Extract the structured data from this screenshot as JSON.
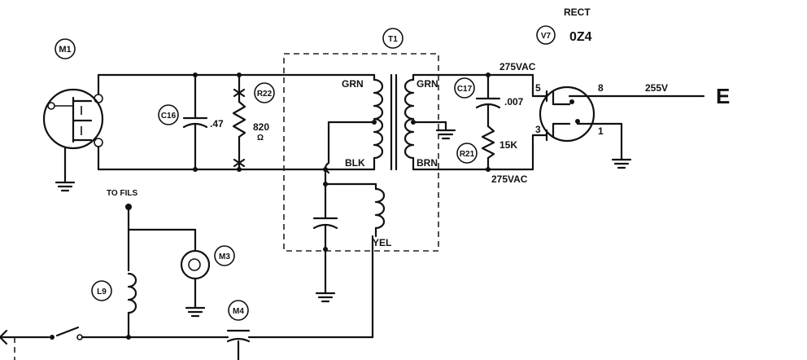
{
  "refs": {
    "m1": "M1",
    "c16": "C16",
    "r22": "R22",
    "t1": "T1",
    "c17": "C17",
    "r21": "R21",
    "v7": "V7",
    "l9": "L9",
    "m3": "M3",
    "m4": "M4"
  },
  "values": {
    "c16": ".47",
    "r22_a": "820",
    "r22_b": "Ω",
    "c17": ".007",
    "r21": "15K",
    "v7_type": "0Z4",
    "v7_function": "RECT"
  },
  "transformer": {
    "grn_left": "GRN",
    "blk": "BLK",
    "grn_right": "GRN",
    "brn": "BRN",
    "yel": "YEL"
  },
  "voltages": {
    "top": "275VAC",
    "bottom": "275VAC",
    "output": "255V"
  },
  "tube_pins": {
    "p5": "5",
    "p3": "3",
    "p8": "8",
    "p1": "1"
  },
  "labels": {
    "to_fils": "TO FILS",
    "output_terminal": "E"
  }
}
